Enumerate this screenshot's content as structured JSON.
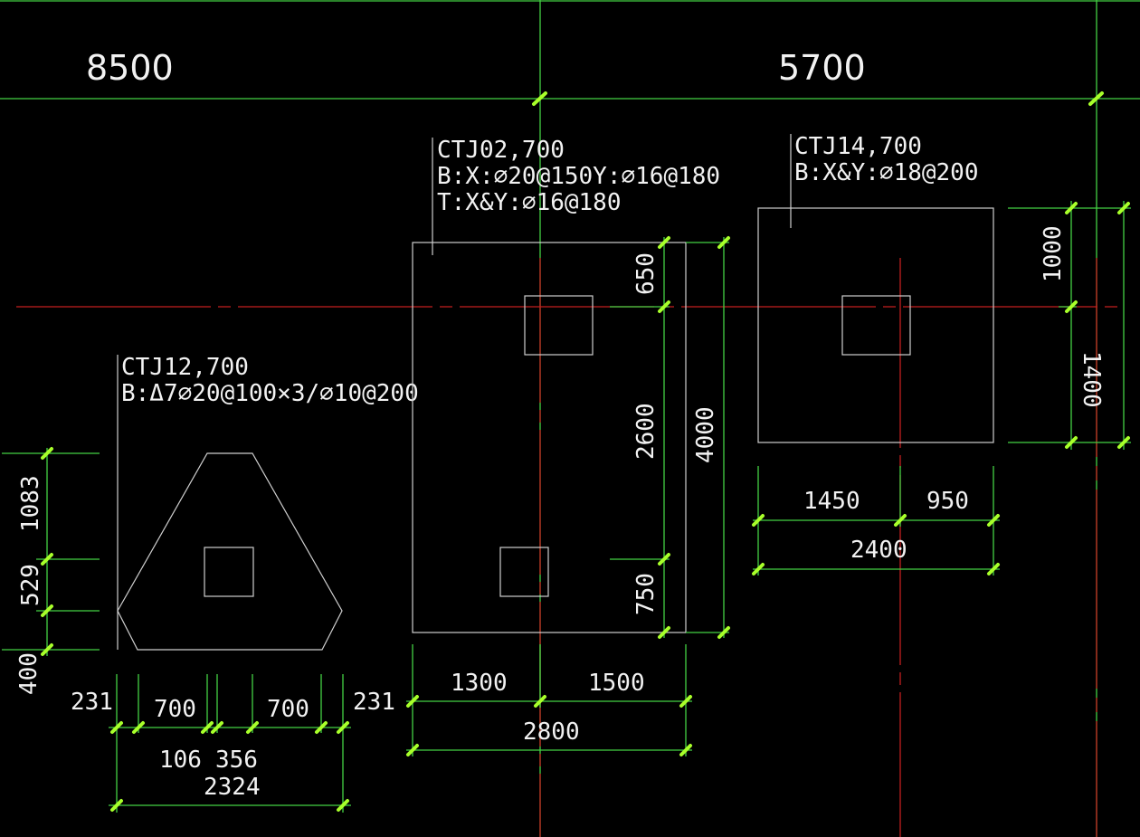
{
  "grid": {
    "spans": [
      "8500",
      "5700"
    ]
  },
  "footings": {
    "ctj12": {
      "title": "CTJ12,700",
      "rebar_b": "B:Δ7⌀20@100×3/⌀10@200"
    },
    "ctj02": {
      "title": "CTJ02,700",
      "rebar_b": "B:X:⌀20@150Y:⌀16@180",
      "rebar_t": "T:X&Y:⌀16@180"
    },
    "ctj14": {
      "title": "CTJ14,700",
      "rebar_b": "B:X&Y:⌀18@200"
    }
  },
  "dimensions": {
    "ctj12": {
      "vertical": [
        "1083",
        "529",
        "400"
      ],
      "bottom_row": [
        "231",
        "700",
        "700",
        "231"
      ],
      "inner": [
        "106",
        "356"
      ],
      "total": "2324"
    },
    "ctj02": {
      "vertical": [
        "650",
        "2600",
        "750"
      ],
      "vertical_total": "4000",
      "bottom_row": [
        "1300",
        "1500"
      ],
      "total": "2800"
    },
    "ctj14": {
      "vertical": [
        "1000",
        "1400"
      ],
      "bottom_row": [
        "1450",
        "950"
      ],
      "total": "2400"
    }
  },
  "colors": {
    "background": "#000000",
    "dimension_line": "#44d144",
    "axis_line": "#c21f1f",
    "outline": "#cfcfcf",
    "text": "#f2f2f2",
    "tick": "#a8ff2a"
  }
}
